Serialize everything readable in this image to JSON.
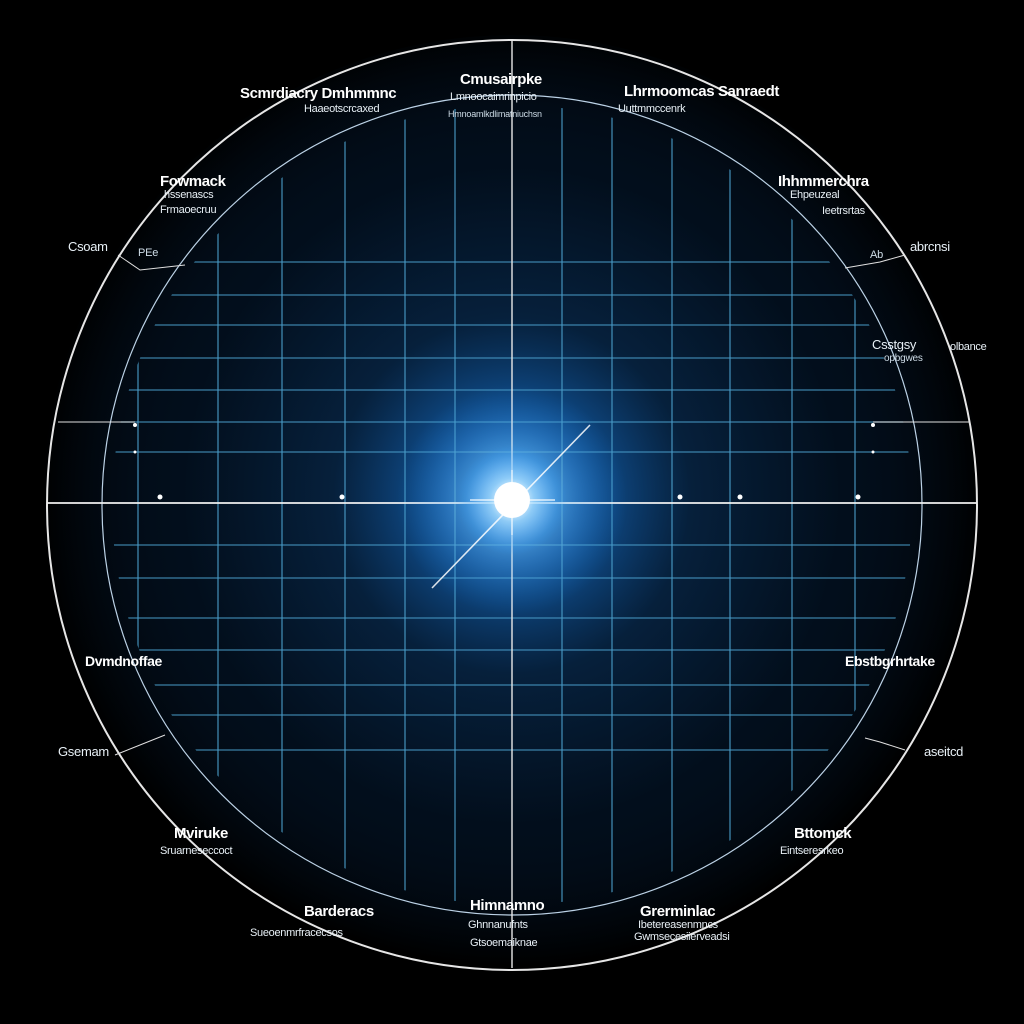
{
  "colors": {
    "background": "#000000",
    "grid_line": "#4a9cc8",
    "glow_core": "#ffffff",
    "glow_blue": "#1a8fff",
    "ring": "#e6e6e6"
  },
  "labels": {
    "top_center": {
      "title": "Cmusairpke",
      "line1": "Lmnoocaimrinpicio",
      "line2": "Hmnoamlkdlimatniuchsn"
    },
    "top_left": {
      "title": "Scmrdiacry Dmhmmnc",
      "line1": "Haaeotscrcaxed"
    },
    "top_right": {
      "title": "Lhrmoomcas Sanraedt",
      "line1": "Uuttmmccenrk"
    },
    "upper_left": {
      "title": "Fowmack",
      "line1": "hssenascs",
      "line2": "Frmaoecruu"
    },
    "upper_right": {
      "title": "Ihhmmerchra",
      "line1": "Ehpeuzeal",
      "line2": "Ieetrsrtas"
    },
    "left_small": {
      "title": "Csoam",
      "tag": "PEe"
    },
    "right_small": {
      "title": "abrcnsi",
      "tag": "Ab"
    },
    "right_mid": {
      "title": "Csstgsy",
      "line1": "opbgwes",
      "side": "olbance"
    },
    "left_mid": {
      "title": "Dvmdnoffae"
    },
    "right_mid2": {
      "title": "Ebstbgrhrtake"
    },
    "left_lower": {
      "title": "Gsemam"
    },
    "right_lower": {
      "title": "aseitcd"
    },
    "bottom_left": {
      "title": "Mviruke",
      "line1": "Sruarneseccoct"
    },
    "bottom_right": {
      "title": "Bttomck",
      "line1": "Eintseresrkeo"
    },
    "bottom_center_left": {
      "title": "Barderacs",
      "line1": "Sueoenmrfracecsos"
    },
    "bottom_center": {
      "title": "Himnamno",
      "line1": "Ghnnanufnts",
      "line2": "Gtsoemaiknae"
    },
    "bottom_center_right": {
      "title": "Grerminlac",
      "line1": "Ibetereasenmncs",
      "line2": "Gwmsecesiierveadsi"
    }
  }
}
